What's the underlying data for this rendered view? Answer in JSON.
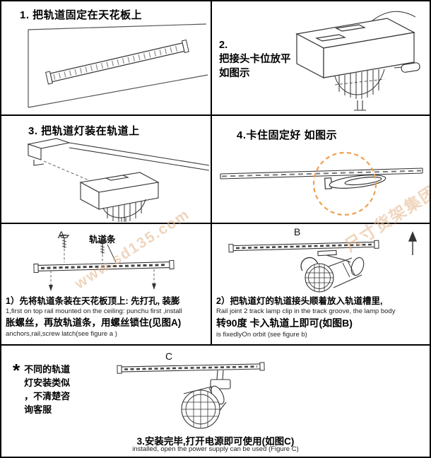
{
  "watermark": {
    "site": "www.sd135.com",
    "brand": "尺寸货架集团",
    "color": "#e2b488"
  },
  "colors": {
    "highlight_circle": "#f0a050",
    "border": "#000000",
    "line_art": "#333333"
  },
  "panels": {
    "step1": {
      "title": "1. 把轨道固定在天花板上"
    },
    "step2": {
      "number": "2.",
      "line1": "把接头卡位放平",
      "line2": "如图示"
    },
    "step3": {
      "title": "3. 把轨道灯装在轨道上"
    },
    "step4": {
      "title": "4.卡住固定好  如图示"
    },
    "figureA": {
      "label": "A",
      "part_label": "轨道条",
      "zh1": "1）先将轨道条装在天花板顶上: 先打孔, 装膨",
      "en1": "1,first on top rail mounted on the ceiling: punchu first ,install",
      "zh2": "胀螺丝，再放轨道条，用螺丝锁住(见图A)",
      "en2": "anchors,rail,screw latch(see figure a )"
    },
    "figureB": {
      "label": "B",
      "zh1": "2）把轨道灯的轨道接头顺着放入轨道槽里,",
      "en1": "Rail joint 2 track lamp clip in the track groove, the lamp body",
      "zh2": "转90度 卡入轨道上即可(如图B)",
      "en2": "is fixedlyOn orbit (see figure b)"
    },
    "figureC": {
      "label": "C",
      "note_star": "*",
      "note_lines": [
        "不同的轨道",
        "灯安装类似",
        "，不清楚咨",
        "询客服"
      ],
      "zh": "3.安装完毕,打开电源即可使用(如图C)",
      "en": "installed, open the power supply can be used (Figure C)"
    }
  }
}
